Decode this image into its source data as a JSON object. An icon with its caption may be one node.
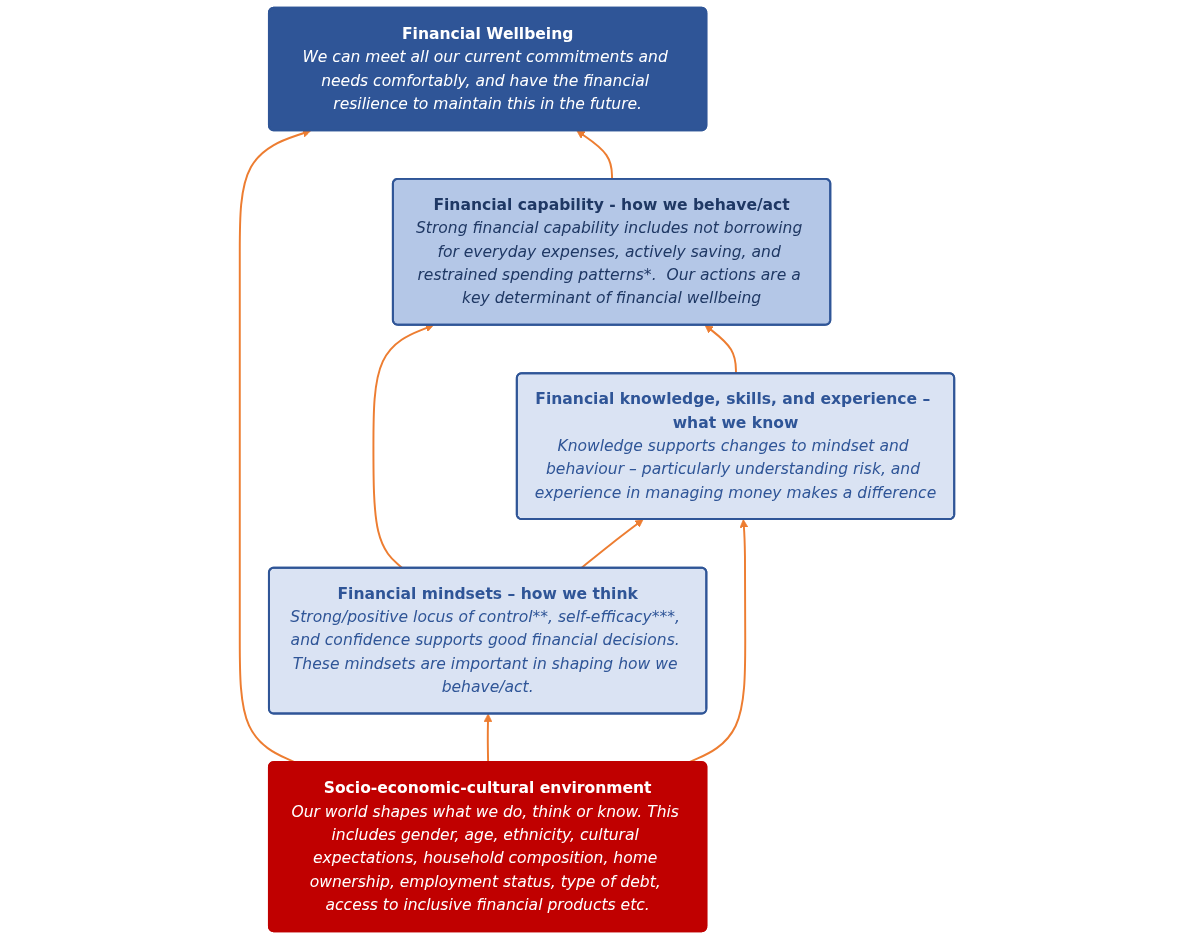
{
  "diagram": {
    "nodes": [
      {
        "text": [
          "Financial Wellbeing",
          "We can meet all our current commitments and needs comfortably, and have the financial resilience to maintain this in the future."
        ]
      },
      {
        "text": [
          "Financial capability - how we behave/act",
          "Strong financial capability includes not borrowing for everyday expenses, actively saving, and restrained spending patterns*.  Our actions are a key determinant of financial wellbeing"
        ]
      },
      {
        "text": [
          "Financial mindsets – how we think",
          "Strong/positive locus of control**, self-efficacy***, and confidence supports good financial decisions. These mindsets are important in shaping how we behave/act."
        ]
      },
      {
        "text": [
          "Financial knowledge, skills, and experience – what we know",
          "Knowledge supports changes to mindset and behaviour – particularly understanding risk, and experience in managing money makes a difference"
        ]
      },
      {
        "text": [
          "Socio-economic-cultural environment",
          "Our world shapes what we do, think or know. This includes gender, age, ethnicity, cultural expectations, household composition, home ownership, employment status, type of debt, access to inclusive financial products etc."
        ]
      }
    ],
    "edges": [
      {
        "from": 4,
        "to": 0,
        "arrow": "to"
      },
      {
        "from": 1,
        "to": 0,
        "arrow": "to"
      },
      {
        "from": 2,
        "to": 1,
        "arrow": "to"
      },
      {
        "from": 2,
        "to": 3,
        "arrow": "to"
      },
      {
        "from": 3,
        "to": 1,
        "arrow": "to"
      },
      {
        "from": 4,
        "to": 2,
        "arrow": "to"
      },
      {
        "from": 4,
        "to": 3,
        "arrow": "to"
      }
    ]
  }
}
